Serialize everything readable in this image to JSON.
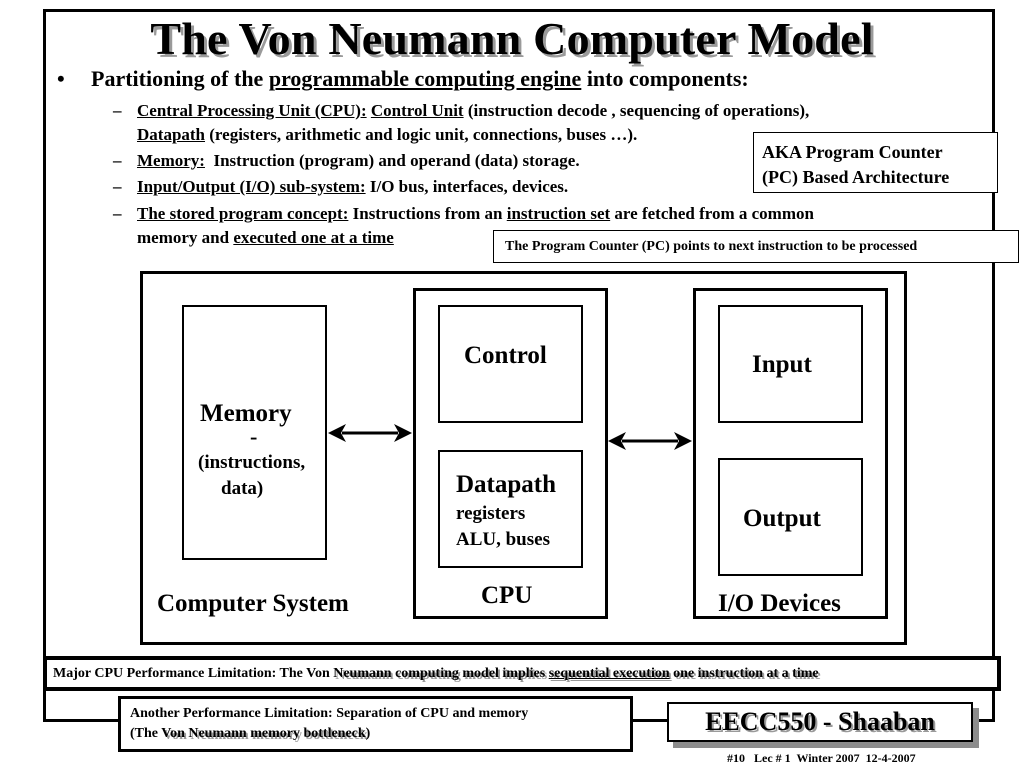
{
  "slide": {
    "title": "The Von Neumann Computer Model",
    "bullet_marker": "•",
    "dash_marker": "–",
    "main_bullet": {
      "prefix": "Partitioning of the ",
      "underlined": "programmable computing engine",
      "suffix": " into components:"
    },
    "sub_bullets": {
      "cpu": {
        "label": "Central Processing Unit (CPU):",
        "control_unit": "Control Unit",
        "text1": " (instruction decode , sequencing of operations),",
        "datapath": "Datapath",
        "text2": " (registers, arithmetic and logic unit, connections, buses …)."
      },
      "memory": {
        "label": "Memory:",
        "text": "  Instruction (program) and operand (data) storage."
      },
      "io": {
        "label": "Input/Output (I/O) sub-system:",
        "text": " I/O bus, interfaces, devices."
      },
      "stored": {
        "label": "The stored program concept:",
        "text1": " Instructions from an ",
        "instruction_set": "instruction set",
        "text2": " are fetched from a common",
        "line2_prefix": "memory and ",
        "executed": "executed one at a time"
      }
    },
    "aka_box": {
      "line1": "AKA Program Counter",
      "line2": "(PC) Based Architecture"
    },
    "pc_box": "The Program Counter (PC) points to next instruction to be processed",
    "diagram": {
      "memory_title": "Memory",
      "memory_dash": "-",
      "memory_line1": "(instructions,",
      "memory_line2": "data)",
      "control": "Control",
      "datapath_title": "Datapath",
      "datapath_line1": "registers",
      "datapath_line2": "ALU, buses",
      "cpu_label": "CPU",
      "input": "Input",
      "output": "Output",
      "io_label": "I/O Devices",
      "system_label": "Computer System"
    },
    "limitation": {
      "prefix": "Major CPU Performance Limitation:  The Von ",
      "part2": "Neumann computing model implies ",
      "underlined": "sequential execution",
      "suffix": " one instruction at a time"
    },
    "another": {
      "line1": "Another Performance Limitation: Separation of CPU and memory",
      "line2_prefix": "(The ",
      "line2_emph": "Von Neumann memory bottleneck",
      "line2_suffix": ")"
    },
    "course_badge": "EECC550 - Shaaban",
    "footer": "#10   Lec # 1  Winter 2007  12-4-2007"
  }
}
